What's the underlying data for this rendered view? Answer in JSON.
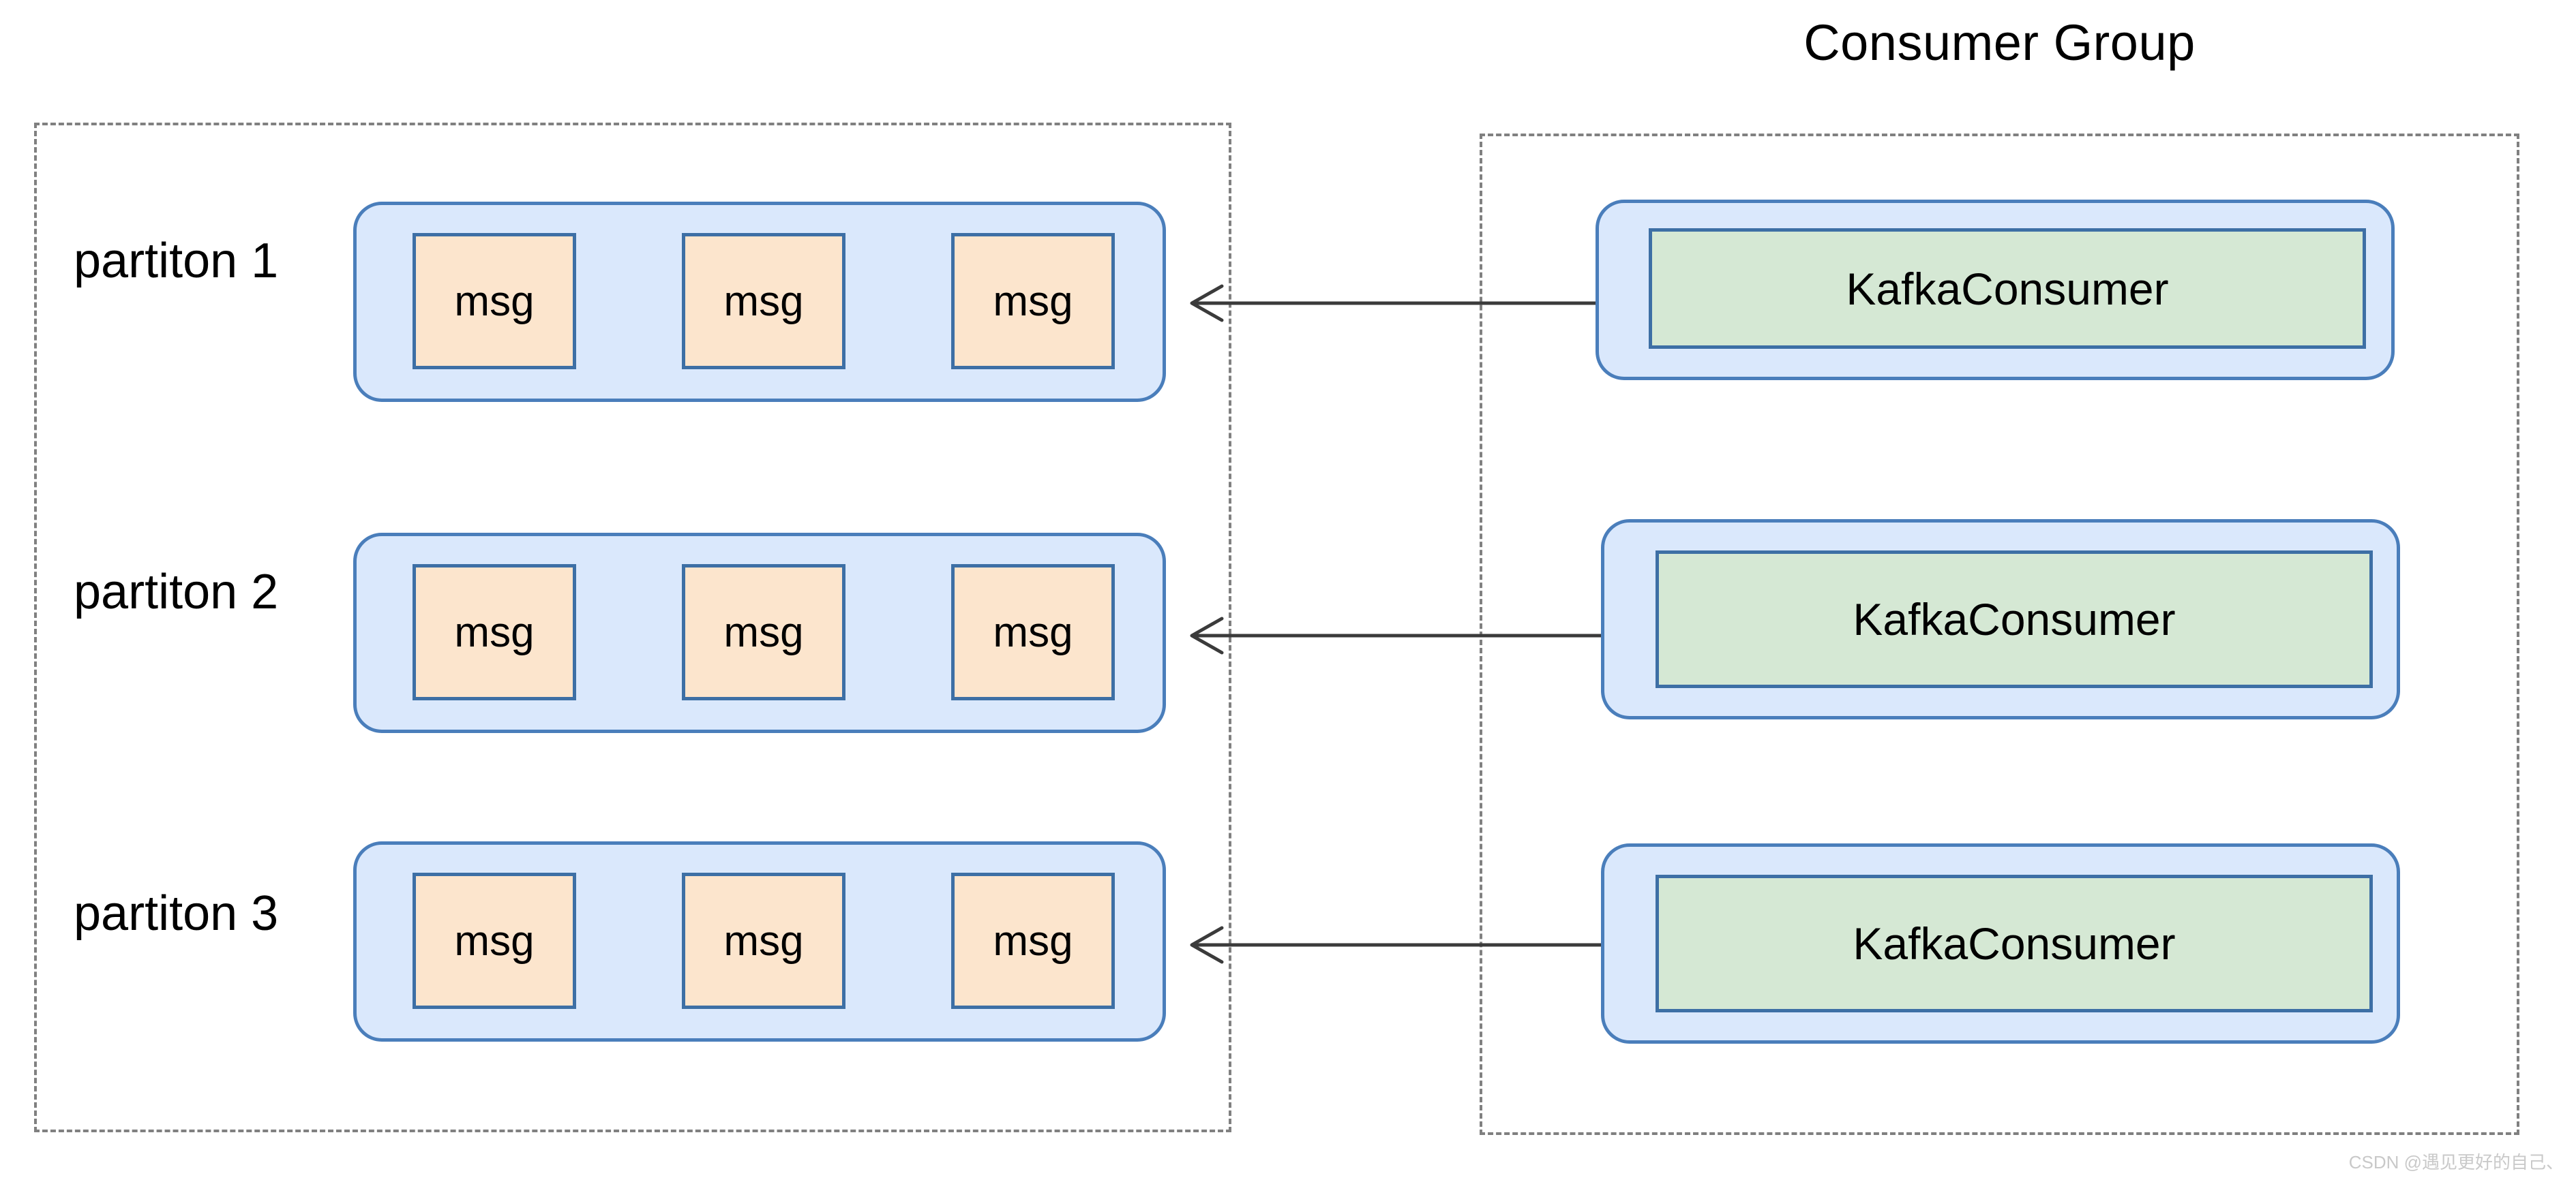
{
  "diagram": {
    "title_right": "Consumer Group",
    "watermark": "CSDN @遇见更好的自己、",
    "colors": {
      "partition_fill": "#dae8fc",
      "partition_border": "#4a7ebb",
      "msg_fill": "#fce5cd",
      "msg_border": "#3d6fa5",
      "consumer_fill": "#d5e8d4",
      "consumer_border": "#3d6fa5",
      "dashed_border": "#808080",
      "arrow": "#3b3b3b",
      "background": "#ffffff"
    }
  },
  "partitions": [
    {
      "label": "partiton 1",
      "messages": [
        {
          "label": "msg"
        },
        {
          "label": "msg"
        },
        {
          "label": "msg"
        }
      ]
    },
    {
      "label": "partiton 2",
      "messages": [
        {
          "label": "msg"
        },
        {
          "label": "msg"
        },
        {
          "label": "msg"
        }
      ]
    },
    {
      "label": "partiton 3",
      "messages": [
        {
          "label": "msg"
        },
        {
          "label": "msg"
        },
        {
          "label": "msg"
        }
      ]
    }
  ],
  "consumers": [
    {
      "label": "KafkaConsumer"
    },
    {
      "label": "KafkaConsumer"
    },
    {
      "label": "KafkaConsumer"
    }
  ],
  "arrows": [
    {
      "direction": "left",
      "from": "consumer-1",
      "to": "partiton 1"
    },
    {
      "direction": "left",
      "from": "consumer-2",
      "to": "partiton 2"
    },
    {
      "direction": "left",
      "from": "consumer-3",
      "to": "partiton 3"
    }
  ]
}
